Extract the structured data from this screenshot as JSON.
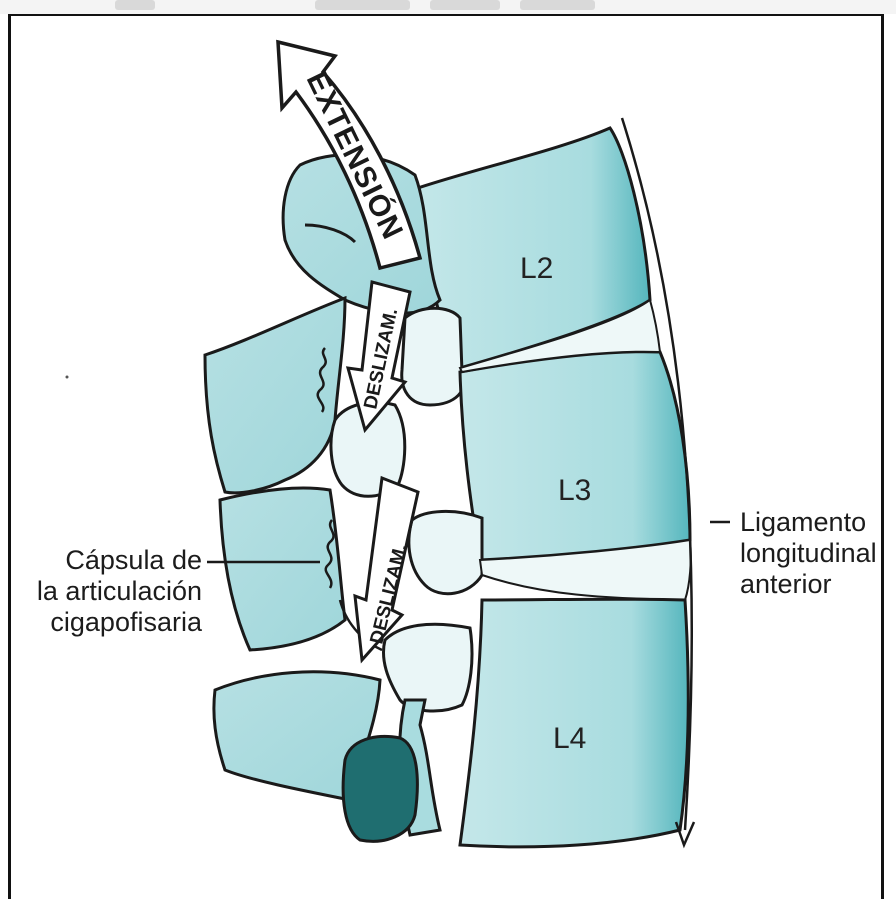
{
  "colors": {
    "bone_fill": "#a9dcdf",
    "bone_dark": "#57b8bf",
    "outline": "#1a1a1a",
    "disc_fill": "#eef8f8",
    "canal_fill": "#1f6e70"
  },
  "arrows": {
    "extension": "EXTENSIÓN",
    "glide_upper": "DESLIZAM.",
    "glide_lower": "DESLIZAM."
  },
  "vertebrae": {
    "l2": "L2",
    "l3": "L3",
    "l4": "L4"
  },
  "labels": {
    "ligament_line1": "Ligamento",
    "ligament_line2": "longitudinal",
    "ligament_line3": "anterior",
    "capsule_line1": "Cápsula de",
    "capsule_line2": "la articulación",
    "capsule_line3": "cigapofisaria"
  }
}
